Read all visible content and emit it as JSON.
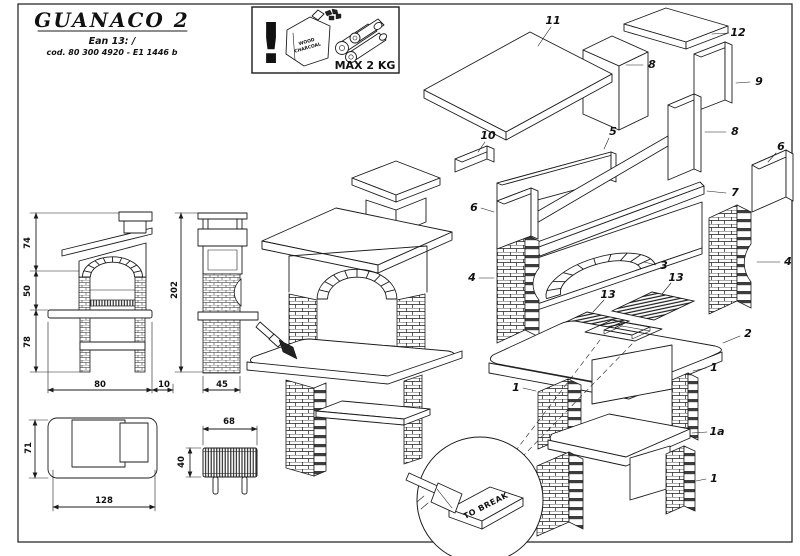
{
  "style": {
    "ink": "#1b1b1b",
    "paper": "#ffffff"
  },
  "title_block": {
    "title": "GUANACO 2",
    "ean_line": "Ean 13:  /",
    "code_line": "cod. 80 300 4920  - E1 1446 b"
  },
  "warning_box": {
    "exclamation": "!",
    "bag_word1": "WOOD",
    "bag_word2": "CHARCOAL",
    "max_load": "MAX 2 KG"
  },
  "views": {
    "front": {
      "h_chimney": "74",
      "h_firebox": "50",
      "h_base": "78",
      "w_body": "80",
      "w_overhang": "10"
    },
    "side": {
      "h_total": "202",
      "depth": "45"
    },
    "plan": {
      "depth": "71",
      "width": "128"
    },
    "grill": {
      "width": "68",
      "depth": "40"
    }
  },
  "exploded": {
    "parts": {
      "p1": "1",
      "p1a": "1a",
      "p2": "2",
      "p3": "3",
      "p4": "4",
      "p5": "5",
      "p6": "6",
      "p7": "7",
      "p8": "8",
      "p9": "9",
      "p10": "10",
      "p11": "11",
      "p12": "12",
      "p13": "13"
    },
    "detail_note": "TO BREAK"
  }
}
